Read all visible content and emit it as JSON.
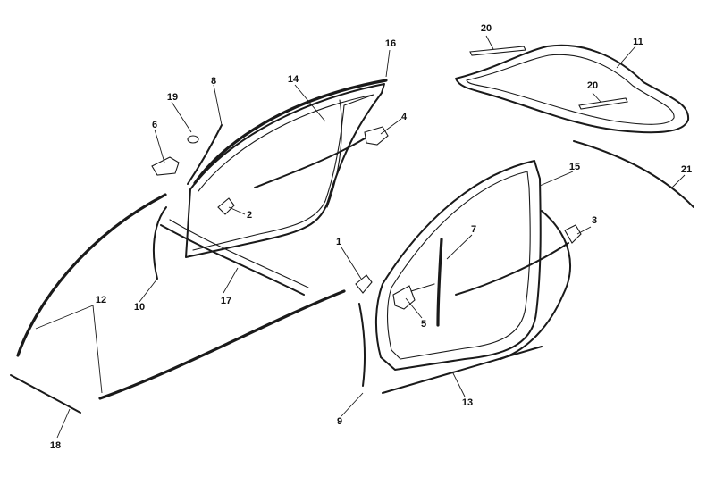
{
  "callouts": {
    "c1": "1",
    "c2": "2",
    "c3": "3",
    "c4": "4",
    "c5": "5",
    "c6": "6",
    "c7": "7",
    "c8": "8",
    "c9": "9",
    "c10": "10",
    "c11": "11",
    "c12": "12",
    "c13": "13",
    "c14": "14",
    "c15": "15",
    "c16": "16",
    "c17": "17",
    "c18": "18",
    "c19": "19",
    "c20a": "20",
    "c20b": "20",
    "c21": "21"
  },
  "colors": {
    "line": "#1a1a1a",
    "background": "#ffffff"
  }
}
